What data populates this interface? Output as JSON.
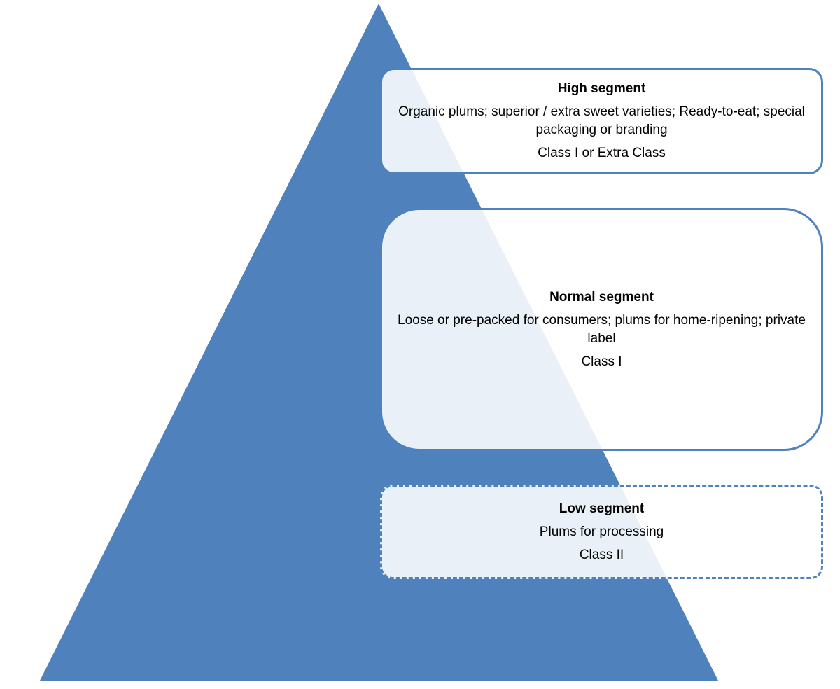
{
  "diagram": {
    "colors": {
      "pyramid_fill": "#4f81bd",
      "box_border": "#4f81bd",
      "box_fill": "#ffffff",
      "text": "#000000"
    },
    "segments": [
      {
        "title": "High segment",
        "description": "Organic plums; superior / extra sweet varieties; Ready-to-eat; special packaging or branding",
        "class": "Class I or Extra Class",
        "border_style": "solid"
      },
      {
        "title": "Normal segment",
        "description": "Loose or pre-packed for consumers; plums for home-ripening; private label",
        "class": "Class I",
        "border_style": "solid"
      },
      {
        "title": "Low segment",
        "description": "Plums for processing",
        "class": "Class II",
        "border_style": "dashed"
      }
    ]
  }
}
